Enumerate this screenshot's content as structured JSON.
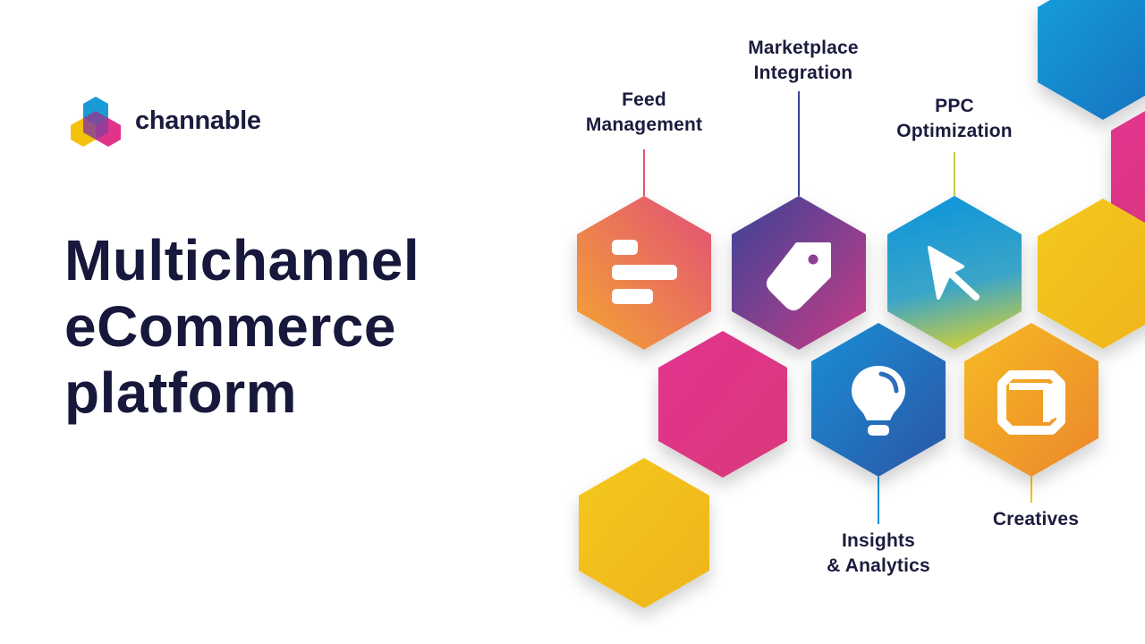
{
  "brand": {
    "name": "channable",
    "logo_colors": [
      "#1a9bd7",
      "#f4c20d",
      "#e0338a",
      "#8a3f97"
    ]
  },
  "headline": {
    "line1": "Multichannel",
    "line2": "eCommerce",
    "line3": "platform"
  },
  "features": [
    {
      "label": "Feed\nManagement",
      "icon": "bars-icon",
      "gradient": [
        "#f29a38",
        "#e2556f"
      ]
    },
    {
      "label": "Marketplace\nIntegration",
      "icon": "tag-icon",
      "gradient": [
        "#3d4599",
        "#c23e87"
      ]
    },
    {
      "label": "PPC\nOptimization",
      "icon": "cursor-icon",
      "gradient": [
        "#1294d8",
        "#b8c84a"
      ]
    },
    {
      "label": "Insights\n& Analytics",
      "icon": "lightbulb-icon",
      "gradient": [
        "#1f88d2",
        "#2c5aa8"
      ]
    },
    {
      "label": "Creatives",
      "icon": "cube-icon",
      "gradient": [
        "#f4b427",
        "#ea8a2a"
      ]
    }
  ],
  "colors": {
    "text": "#17183b",
    "pink": "#e0338a",
    "yellow": "#f4c20d",
    "blue": "#1a9bd7"
  }
}
